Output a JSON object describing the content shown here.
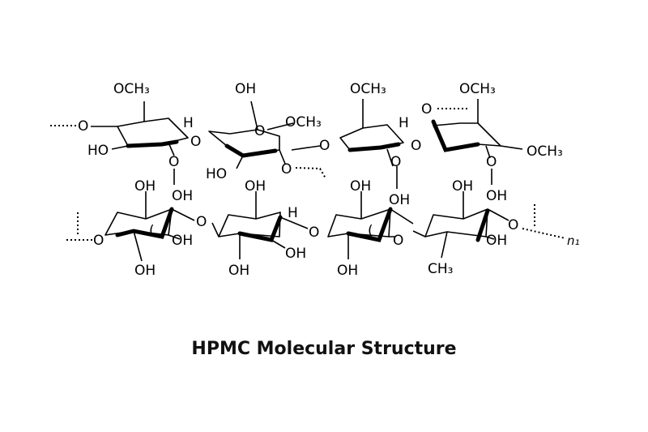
{
  "title": "HPMC Molecular Structure",
  "top_labels": [
    "OCH₃",
    "OH",
    "OCH₃",
    "OCH₃",
    "O",
    "HO",
    "H",
    "O",
    "O",
    "OCH₃",
    "HO",
    "O",
    "O",
    "H",
    "O",
    "O",
    "OCH₃",
    "O",
    "OH",
    "O",
    "OH",
    "O",
    "OH"
  ],
  "bottom_labels": [
    "OH",
    "OH",
    "OH",
    "OH",
    "O",
    "OH",
    "OH",
    "O",
    "H",
    "O",
    "OH",
    "O",
    "O",
    "OH",
    "OH",
    "OH",
    "OH",
    "CH₃",
    "n₁",
    "(",
    "("
  ]
}
